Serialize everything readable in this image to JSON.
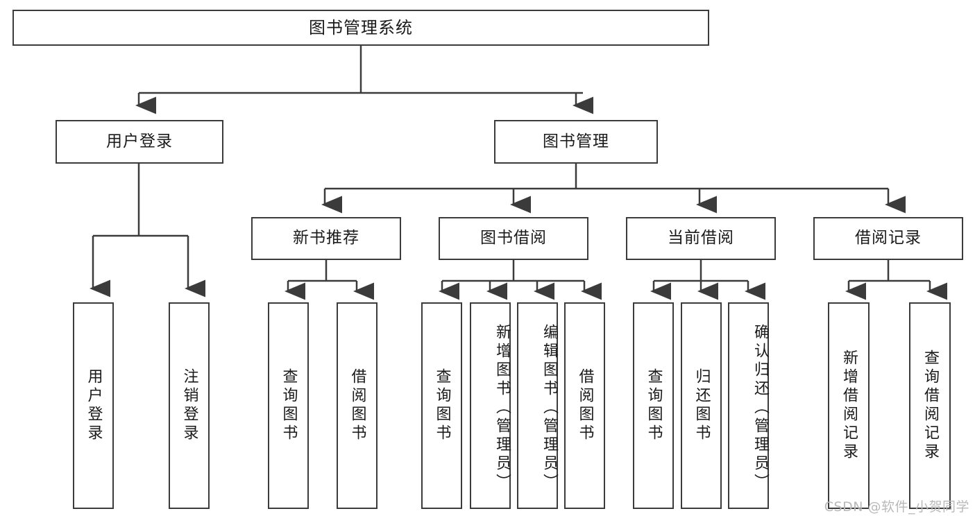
{
  "diagram": {
    "type": "tree-hierarchy",
    "title": "图书管理系统",
    "root": {
      "label": "图书管理系统"
    },
    "level2": [
      {
        "key": "user-login",
        "label": "用户登录"
      },
      {
        "key": "book-management",
        "label": "图书管理"
      }
    ],
    "level3": [
      {
        "key": "new-book-recommend",
        "label": "新书推荐",
        "parent": "book-management"
      },
      {
        "key": "book-borrow",
        "label": "图书借阅",
        "parent": "book-management"
      },
      {
        "key": "current-borrow",
        "label": "当前借阅",
        "parent": "book-management"
      },
      {
        "key": "borrow-record",
        "label": "借阅记录",
        "parent": "book-management"
      }
    ],
    "leaves": [
      {
        "key": "leaf-user-login",
        "label": "用户登录",
        "parent": "user-login"
      },
      {
        "key": "leaf-user-logout",
        "label": "注销登录",
        "parent": "user-login"
      },
      {
        "key": "leaf-query-book-1",
        "label": "查询图书",
        "parent": "new-book-recommend"
      },
      {
        "key": "leaf-borrow-book-1",
        "label": "借阅图书",
        "parent": "new-book-recommend"
      },
      {
        "key": "leaf-query-book-2",
        "label": "查询图书",
        "parent": "book-borrow"
      },
      {
        "key": "leaf-add-book",
        "label": "新增图书（管理员）",
        "parent": "book-borrow"
      },
      {
        "key": "leaf-edit-book",
        "label": "编辑图书（管理员）",
        "parent": "book-borrow"
      },
      {
        "key": "leaf-borrow-book-2",
        "label": "借阅图书",
        "parent": "book-borrow"
      },
      {
        "key": "leaf-query-book-3",
        "label": "查询图书",
        "parent": "current-borrow"
      },
      {
        "key": "leaf-return-book",
        "label": "归还图书",
        "parent": "current-borrow"
      },
      {
        "key": "leaf-confirm-return",
        "label": "确认归还（管理员）",
        "parent": "current-borrow"
      },
      {
        "key": "leaf-add-record",
        "label": "新增借阅记录",
        "parent": "borrow-record"
      },
      {
        "key": "leaf-query-record",
        "label": "查询借阅记录",
        "parent": "borrow-record"
      }
    ],
    "colors": {
      "stroke": "#3b3b3b",
      "fill": "#ffffff",
      "text": "#1a1a1a",
      "watermark": "#b9b9b9"
    }
  },
  "watermark": {
    "text": "CSDN @软件_小贺同学"
  }
}
